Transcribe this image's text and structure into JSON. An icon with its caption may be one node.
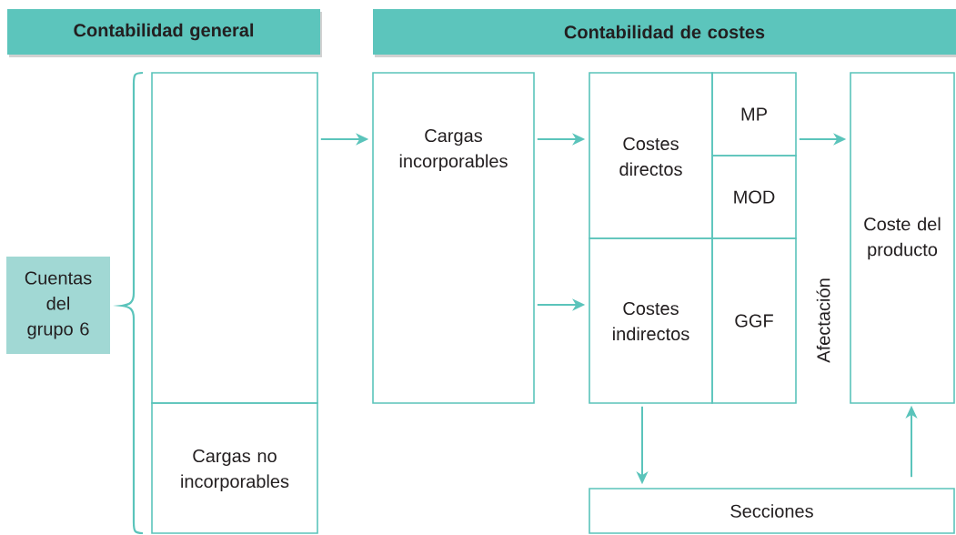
{
  "diagram": {
    "nodes": [
      {
        "text": [
          "Contabilidad general"
        ]
      },
      {
        "text": [
          "Contabilidad de costes"
        ]
      },
      {
        "text": [
          "Cuentas del grupo 6"
        ]
      },
      {
        "text": [],
        "shape": "box"
      },
      {
        "text": [
          "Cargas no incorporables"
        ]
      },
      {
        "text": [
          "Cargas incorporables"
        ]
      },
      {
        "text": [
          "Costes directos"
        ]
      },
      {
        "text": [
          "MP"
        ]
      },
      {
        "text": [
          "MOD"
        ]
      },
      {
        "text": [
          "Costes indirectos"
        ]
      },
      {
        "text": [
          "GGF"
        ]
      },
      {
        "text": [
          "Coste del producto"
        ]
      },
      {
        "text": [
          "Secciones"
        ]
      }
    ],
    "edges": [
      {
        "from": 3,
        "to": 5,
        "arrow": "to"
      },
      {
        "from": 5,
        "to": 6,
        "arrow": "to"
      },
      {
        "from": 5,
        "to": 9,
        "arrow": "to"
      },
      {
        "from": 7,
        "to": 11,
        "arrow": "to"
      },
      {
        "from": 9,
        "to": 12,
        "arrow": "to"
      },
      {
        "from": 12,
        "to": 11,
        "arrow": "to"
      }
    ],
    "labels": [
      "Afectación"
    ]
  }
}
